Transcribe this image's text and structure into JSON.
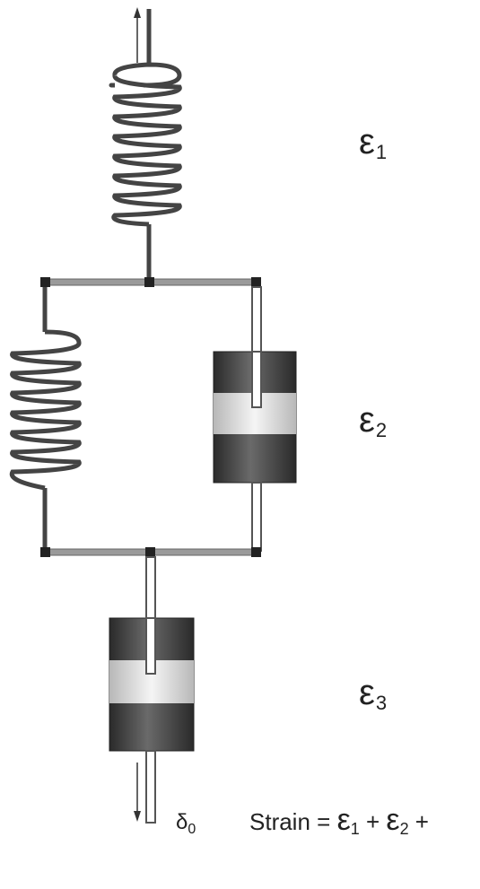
{
  "labels": {
    "eps1": {
      "symbol": "ε",
      "sub": "1"
    },
    "eps2": {
      "symbol": "ε",
      "sub": "2"
    },
    "eps3": {
      "symbol": "ε",
      "sub": "3"
    },
    "delta": {
      "symbol": "δ",
      "sub": "0"
    }
  },
  "equation": {
    "prefix": "Strain = ",
    "term1": {
      "symbol": "ε",
      "sub": "1"
    },
    "plus1": " + ",
    "term2": {
      "symbol": "ε",
      "sub": "2"
    },
    "plus2": " +"
  },
  "colors": {
    "ink": "#444444",
    "bar": "#9a9a9a",
    "dashpot_dark": "#3a3a3a",
    "dashpot_light": "#e8e8e8"
  }
}
